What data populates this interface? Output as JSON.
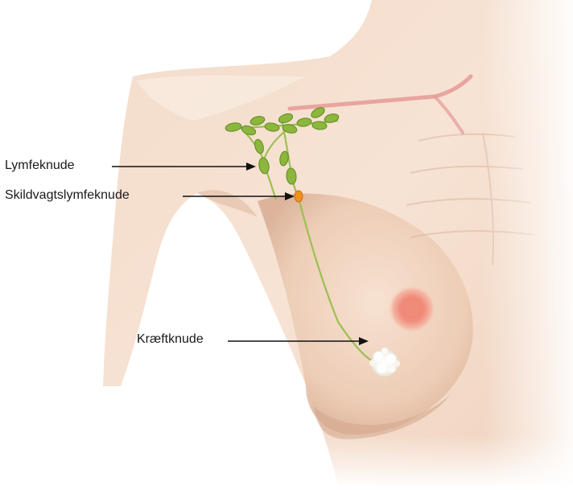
{
  "labels": {
    "lymph_node": "Lymfeknude",
    "sentinel_node": "Skildvagtslymfeknude",
    "tumor": "Kræftknude"
  },
  "colors": {
    "skin_light": "#f9e8dc",
    "skin_mid": "#f0d3bf",
    "skin_shadow": "#d9b39b",
    "lymph_node": "#8cb63c",
    "lymph_node_dark": "#5f8a22",
    "sentinel_node": "#f0921e",
    "vessel": "#e59a97",
    "areola": "#f08c7c",
    "tumor": "#ffffff"
  },
  "icons": {
    "lymph_arrow": "arrow-right-icon",
    "sentinel_arrow": "arrow-right-icon",
    "tumor_arrow": "arrow-right-icon"
  }
}
